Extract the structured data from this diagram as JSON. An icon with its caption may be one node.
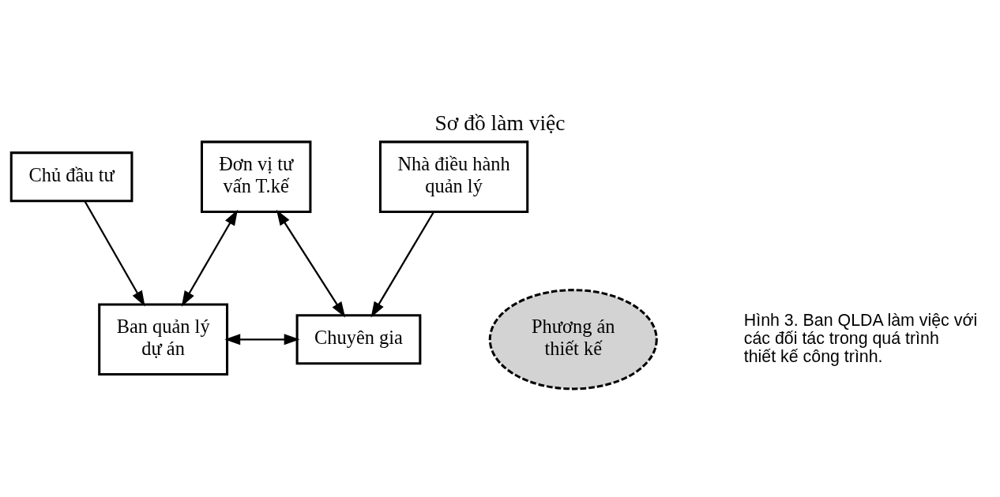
{
  "diagram": {
    "title": "Sơ đồ làm việc",
    "caption": "Hình 3. Ban QLDA làm việc với các đối tác trong quá trình thiết kế công trình.",
    "nodes": [
      {
        "text": [
          "Chủ đầu tư"
        ]
      },
      {
        "text": [
          "Nhà điều hành quản lý"
        ]
      },
      {
        "text": [
          "Ban quản lý dự án"
        ]
      },
      {
        "text": [
          "Chuyên gia"
        ]
      },
      {
        "text": [
          "Phương án thiết kế"
        ]
      },
      {
        "text": [
          "Đơn vị tư vấn T.kế"
        ]
      }
    ],
    "edges": [
      {
        "from": 0,
        "to": 2,
        "arrow": "to"
      },
      {
        "from": 1,
        "to": 3,
        "arrow": "to"
      },
      {
        "from": 2,
        "to": 3,
        "arrow": "both"
      },
      {
        "from": 5,
        "to": 2,
        "arrow": "both"
      },
      {
        "from": 5,
        "to": 3,
        "arrow": "both"
      }
    ]
  }
}
